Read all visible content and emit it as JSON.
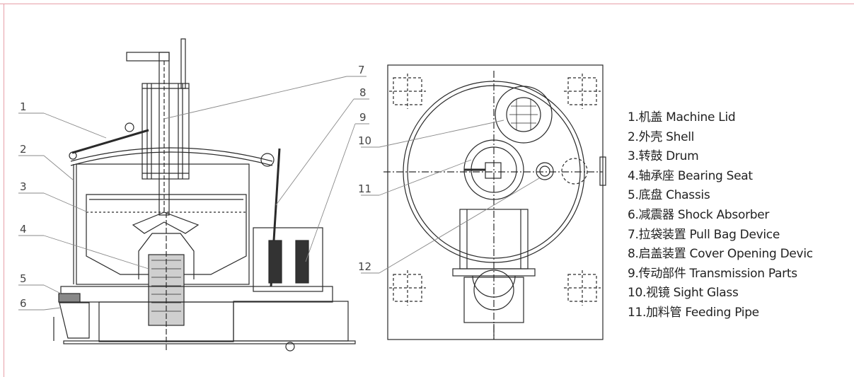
{
  "side_callouts": [
    "1",
    "2",
    "3",
    "4",
    "5",
    "6",
    "7",
    "8",
    "9"
  ],
  "top_callouts": [
    "10",
    "11",
    "12"
  ],
  "legend": [
    "1.机盖 Machine Lid",
    "2.外壳 Shell",
    "3.转鼓 Drum",
    "4.轴承座 Bearing Seat",
    "5.底盘 Chassis",
    "6.减震器 Shock Absorber",
    "7.拉袋装置 Pull Bag Device",
    "8.启盖装置 Cover Opening Devic",
    "9.传动部件 Transmission Parts",
    "10.视镜 Sight Glass",
    "11.加料管 Feeding Pipe"
  ]
}
